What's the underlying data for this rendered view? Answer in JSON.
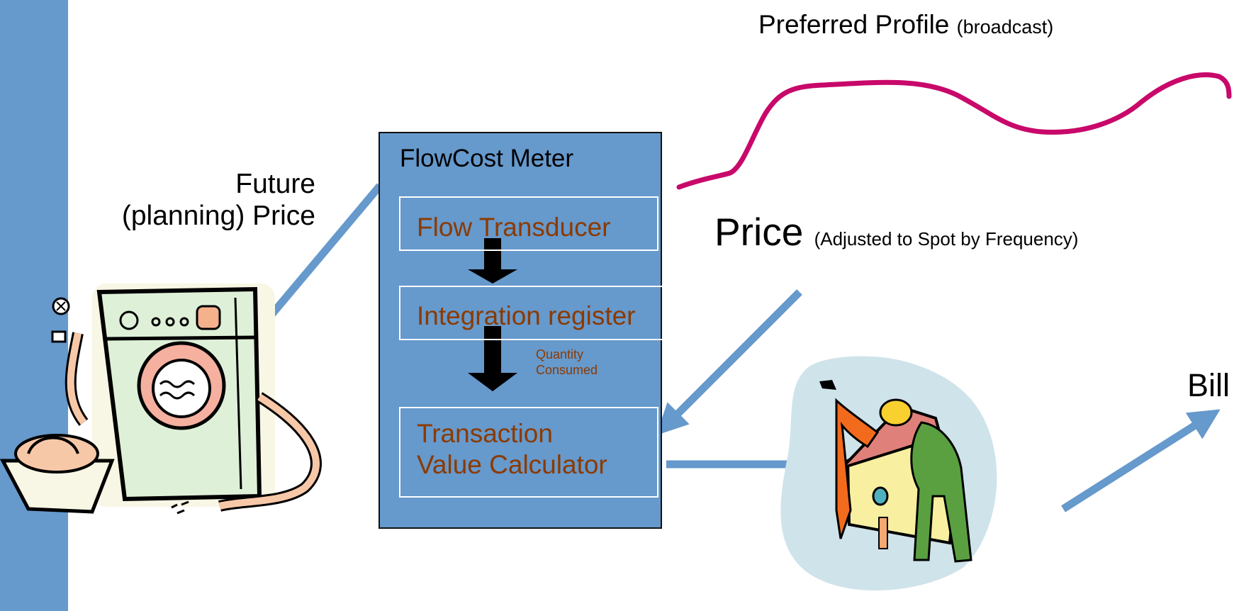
{
  "colors": {
    "accent_blue": "#6699cc",
    "profile_curve": "#c8086a",
    "stage_text": "#8b3a00",
    "down_arrow": "#000000"
  },
  "labels": {
    "future_line1": "Future",
    "future_line2": "(planning) Price",
    "preferred_main": "Preferred Profile",
    "preferred_small": "(broadcast)",
    "price_main": "Price",
    "price_small": "(Adjusted to Spot by Frequency)",
    "bill": "Bill"
  },
  "meter": {
    "title": "FlowCost Meter",
    "stage1": "Flow Transducer",
    "stage2": "Integration register",
    "stage3_line1": "Transaction",
    "stage3_line2": "Value Calculator",
    "qty_line1": "Quantity",
    "qty_line2": "Consumed"
  },
  "icons": {
    "washing_machine": "washing-machine-icon",
    "house_couple": "house-couple-icon"
  }
}
